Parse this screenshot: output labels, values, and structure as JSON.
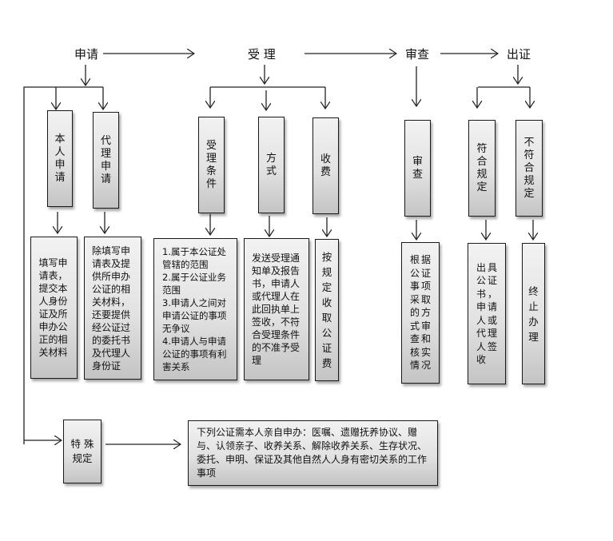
{
  "stages": [
    {
      "id": "apply",
      "label": "申请"
    },
    {
      "id": "accept",
      "label": "受 理"
    },
    {
      "id": "review",
      "label": "审查"
    },
    {
      "id": "issue",
      "label": "出证"
    }
  ],
  "apply": {
    "self": {
      "title": "本人申请",
      "detail": "填写申请表，提交本人身份证及所申办公正的相关材料"
    },
    "agent": {
      "title": "代理申请",
      "detail": "除填写申请表及提供所申办公证的相关材料，还要提供经公证过的委托书及代理人身份证"
    }
  },
  "accept": {
    "conditions": {
      "title": "受理条件",
      "detail_lines": [
        "1.属于本公证处",
        "管辖的范围",
        "2.属于公证业务",
        "范围",
        "3.申请人之间对",
        "申请公证的事项",
        "无争议",
        "4.申请人与申请",
        "公证的事项有利",
        "害关系"
      ]
    },
    "method": {
      "title": "方式",
      "detail": "发送受理通知单及报告书，申请人或代理人在此回执单上签收，不符合受理条件的不准予受理"
    },
    "fee": {
      "title": "收费",
      "detail": "按规定收取公证费"
    }
  },
  "review": {
    "main": {
      "title": "审查",
      "detail": "根据公证事项采取的方式审查和核实情况"
    }
  },
  "issue": {
    "compliant": {
      "title": "符合规定",
      "detail": "出具公证书，申请人或代理人签收"
    },
    "noncompliant": {
      "title": "不符合规定",
      "detail": "终止办理"
    }
  },
  "special": {
    "title_lines": [
      "特 殊",
      "规定"
    ],
    "detail": "下列公证需本人亲自申办：医嘱、遗赠抚养协议、赠与、认领亲子、收养关系、解除收养关系、生存状况、委托、申明、保证及其他自然人人身有密切关系的工作事项"
  }
}
